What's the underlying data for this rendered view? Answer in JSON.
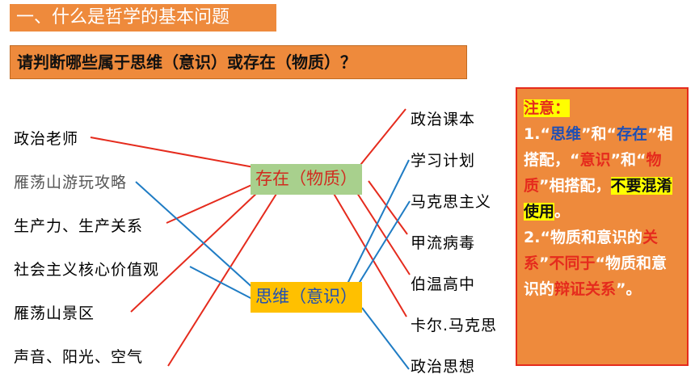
{
  "header": {
    "title": "一、什么是哲学的基本问题",
    "question": "请判断哪些属于思维（意识）或存在（物质）？"
  },
  "left_items": [
    "政治老师",
    "雁荡山游玩攻略",
    "生产力、生产关系",
    "社会主义核心价值观",
    "雁荡山景区",
    "声音、阳光、空气"
  ],
  "center": {
    "exist_label": "存在（物质）",
    "think_label": "思维（意识）"
  },
  "right_items": [
    "政治课本",
    "学习计划",
    "马克思主义",
    "甲流病毒",
    "伯温高中",
    "卡尔.马克思",
    "政治思想"
  ],
  "note": {
    "heading": "注意：",
    "p1": {
      "num": "1.",
      "q1": "“",
      "w1": "思维",
      "t1": "”和“",
      "w2": "存在",
      "t2": "”相搭配，“",
      "w3": "意识",
      "t3": "”和“",
      "w4": "物质",
      "t4": "”相搭配，",
      "w5": "不要混淆使用",
      "t5": "。"
    },
    "p2": {
      "num": "2.",
      "t1": "“物质和意识的",
      "w1": "关系",
      "t2": "”",
      "w2": "不同于",
      "t3": "“物质和意识的",
      "w3": "辩证关系",
      "t4": "”。"
    }
  },
  "colors": {
    "accent": "#ee8a3c",
    "red_line": "#e52b1d",
    "blue_line": "#1f7cc4",
    "exist_bg": "#a8d08d",
    "think_bg": "#ffc000"
  }
}
